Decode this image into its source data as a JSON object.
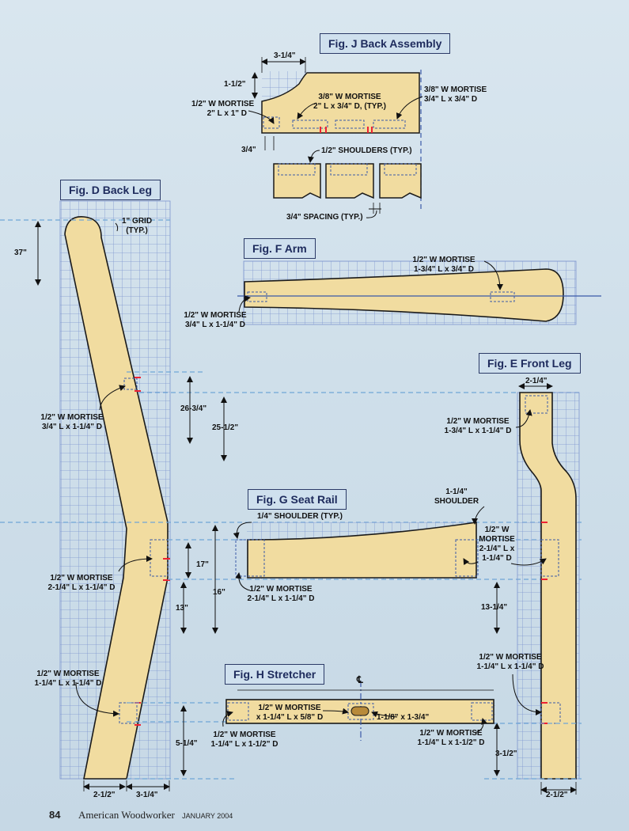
{
  "figures": {
    "fig_j": {
      "title": "Fig. J  Back Assembly",
      "dim_width": "3-1/4\"",
      "dim_height": "1-1/2\"",
      "mortise_left": [
        "1/2\" W MORTISE",
        "2\" L x 1\" D"
      ],
      "mortise_center": [
        "3/8\" W MORTISE",
        "2\" L x 3/4\" D, (TYP.)"
      ],
      "mortise_right": [
        "3/8\" W MORTISE",
        "3/4\" L x 3/4\" D"
      ],
      "dim_small": "3/4\"",
      "shoulders": "1/2\" SHOULDERS (TYP.)",
      "spacing": "3/4\" SPACING (TYP.)"
    },
    "fig_d": {
      "title": "Fig. D  Back Leg",
      "grid_note": [
        "1\" GRID",
        "(TYP.)"
      ],
      "dim_37": "37\"",
      "dim_26_3_4": "26-3/4\"",
      "dim_25_1_2": "25-1/2\"",
      "dim_17": "17\"",
      "dim_16": "16\"",
      "dim_13": "13\"",
      "dim_5_1_4": "5-1/4\"",
      "dim_bottom_left": "2-1/2\"",
      "dim_bottom_right": "3-1/4\"",
      "mortise_top": [
        "1/2\" W MORTISE",
        "3/4\" L x 1-1/4\" D"
      ],
      "mortise_mid": [
        "1/2\" W MORTISE",
        "2-1/4\" L x 1-1/4\" D"
      ],
      "mortise_low": [
        "1/2\" W MORTISE",
        "1-1/4\" L x 1-1/4\" D"
      ]
    },
    "fig_f": {
      "title": "Fig. F  Arm",
      "mortise_top": [
        "1/2\" W MORTISE",
        "1-3/4\" L x 3/4\" D"
      ],
      "mortise_left": [
        "1/2\" W MORTISE",
        "3/4\" L x 1-1/4\" D"
      ]
    },
    "fig_e": {
      "title": "Fig. E  Front Leg",
      "dim_top": "2-1/4\"",
      "mortise_top": [
        "1/2\" W MORTISE",
        "1-3/4\" L x 1-1/4\" D"
      ],
      "mortise_mid": [
        "1/2\" W",
        "MORTISE",
        "2-1/4\" L x",
        "1-1/4\" D"
      ],
      "mortise_low": [
        "1/2\" W MORTISE",
        "1-1/4\" L x 1-1/4\" D"
      ],
      "dim_13_1_4": "13-1/4\"",
      "dim_3_1_2": "3-1/2\"",
      "dim_bottom": "2-1/2\""
    },
    "fig_g": {
      "title": "Fig. G  Seat Rail",
      "shoulder_typ": "1/4\" SHOULDER (TYP.)",
      "shoulder_right": [
        "1-1/4\"",
        "SHOULDER"
      ],
      "mortise": [
        "1/2\" W MORTISE",
        "2-1/4\" L x 1-1/4\" D"
      ]
    },
    "fig_h": {
      "title": "Fig. H  Stretcher",
      "centerline": "℄",
      "mortise_center": [
        "1/2\" W MORTISE",
        "x 1-1/4\" L x 5/8\" D"
      ],
      "slot": "1-1/8\" x 1-3/4\"",
      "mortise_left": [
        "1/2\" W MORTISE",
        "1-1/4\" L x 1-1/2\" D"
      ],
      "mortise_right": [
        "1/2\" W MORTISE",
        "1-1/4\" L x 1-1/2\" D"
      ]
    }
  },
  "footer": {
    "page_number": "84",
    "magazine": "American Woodworker",
    "date": "JANUARY 2004"
  },
  "colors": {
    "wood": "#f1dca0",
    "grid": "#7d95cf",
    "outline": "#1a1a1a",
    "mortise": "#3b5aa8",
    "dim_line": "#6fa6d6",
    "title_border": "#2b3a67"
  }
}
